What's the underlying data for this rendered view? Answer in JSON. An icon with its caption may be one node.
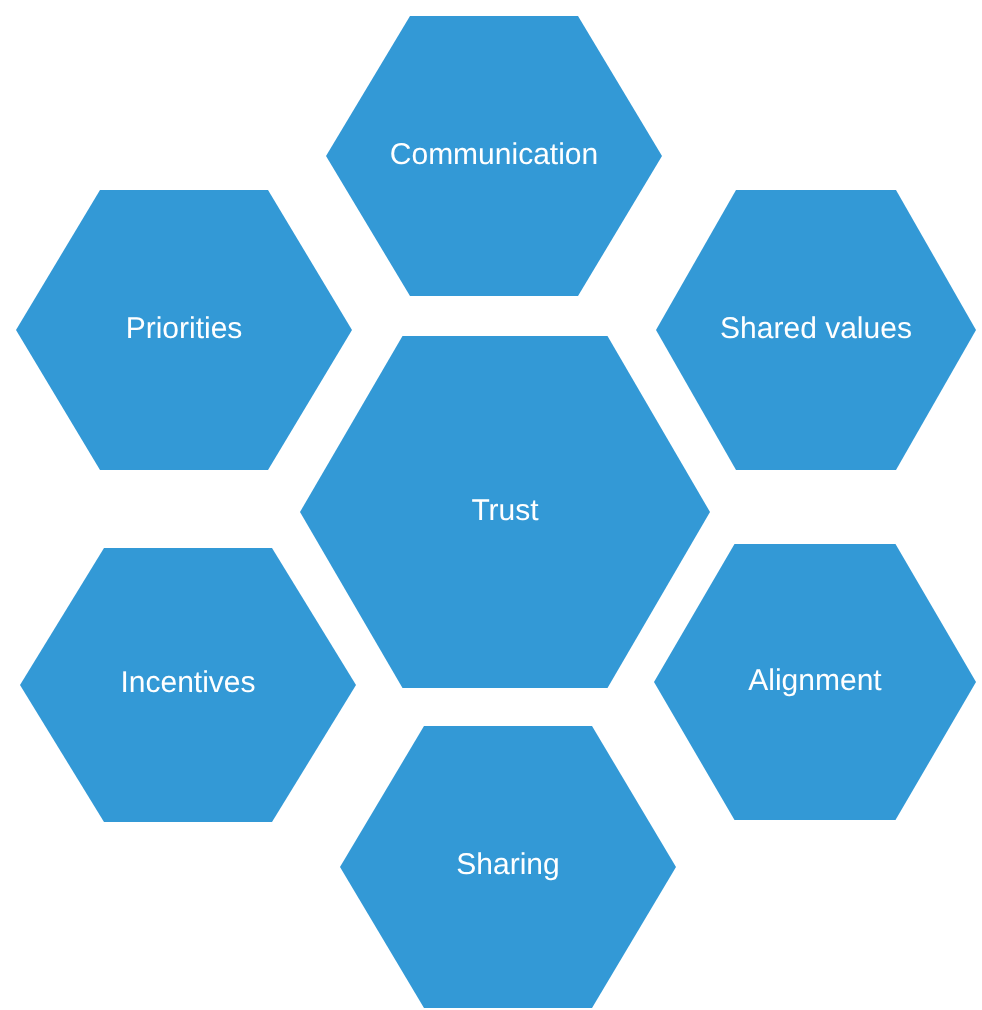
{
  "diagram": {
    "nodes": [
      {
        "text": [
          "Communication"
        ]
      },
      {
        "text": [
          "Priorities"
        ]
      },
      {
        "text": [
          "Shared values"
        ]
      },
      {
        "text": [
          "Trust"
        ]
      },
      {
        "text": [
          "Incentives"
        ]
      },
      {
        "text": [
          "Alignment"
        ]
      },
      {
        "text": [
          "Sharing"
        ]
      }
    ]
  }
}
